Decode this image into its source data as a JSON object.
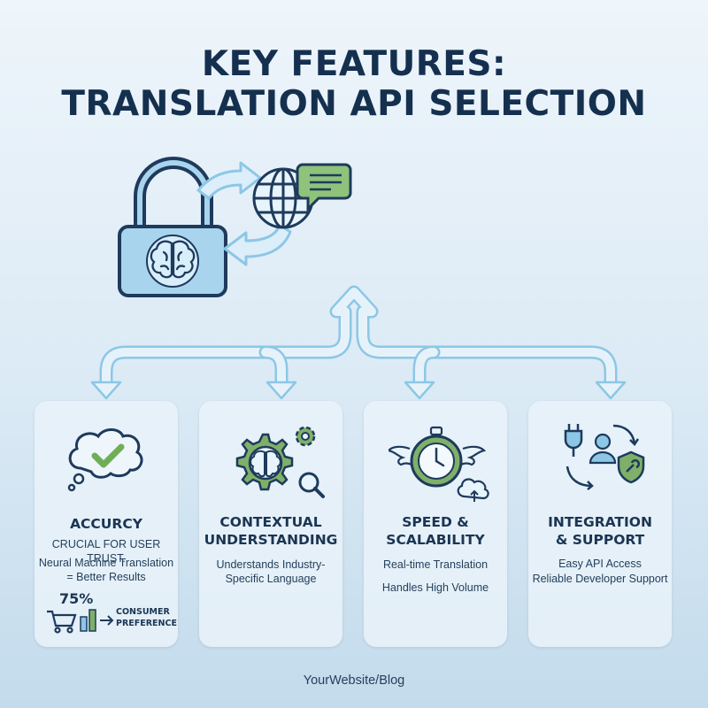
{
  "title": {
    "line1": "KEY FEATURES:",
    "line2": "TRANSLATION API SELECTION"
  },
  "colors": {
    "navy": "#15304f",
    "green": "#7fb069",
    "blue": "#8cc7e6",
    "card": "#e9f2f9"
  },
  "cards": [
    {
      "icon": "speech-bubble-check-icon",
      "title": "ACCURCY",
      "lines": [
        "CRUCIAL FOR USER TRUST.",
        "Neural Machine Translation",
        "= Better Results"
      ],
      "stat": {
        "value": "75%",
        "label_line1": "CONSUMER",
        "label_line2": "PREFERENCE",
        "icons": [
          "cart-icon",
          "bar-chart-icon",
          "arrow-right-icon"
        ]
      }
    },
    {
      "icon": "gear-brain-icon",
      "title_line1": "CONTEXTUAL",
      "title_line2": "UNDERSTANDING",
      "lines": [
        "Understands Industry-",
        "Specific Language"
      ],
      "extra_icons": [
        "small-gear-icon",
        "magnifier-icon"
      ]
    },
    {
      "icon": "winged-stopwatch-icon",
      "title_line1": "SPEED &",
      "title_line2": "SCALABILITY",
      "lines": [
        "Real-time Translation",
        "Handles High Volume"
      ],
      "extra_icons": [
        "cloud-upload-icon"
      ]
    },
    {
      "icon": "plug-user-shield-icon",
      "title_line1": "INTEGRATION",
      "title_line2": "& SUPPORT",
      "lines": [
        "Easy API Access",
        "Reliable Developer Support"
      ]
    }
  ],
  "hero_icons": [
    "lock-brain-icon",
    "globe-icon",
    "chat-bubble-icon",
    "exchange-arrows-icon"
  ],
  "footer": "YourWebsite/Blog"
}
